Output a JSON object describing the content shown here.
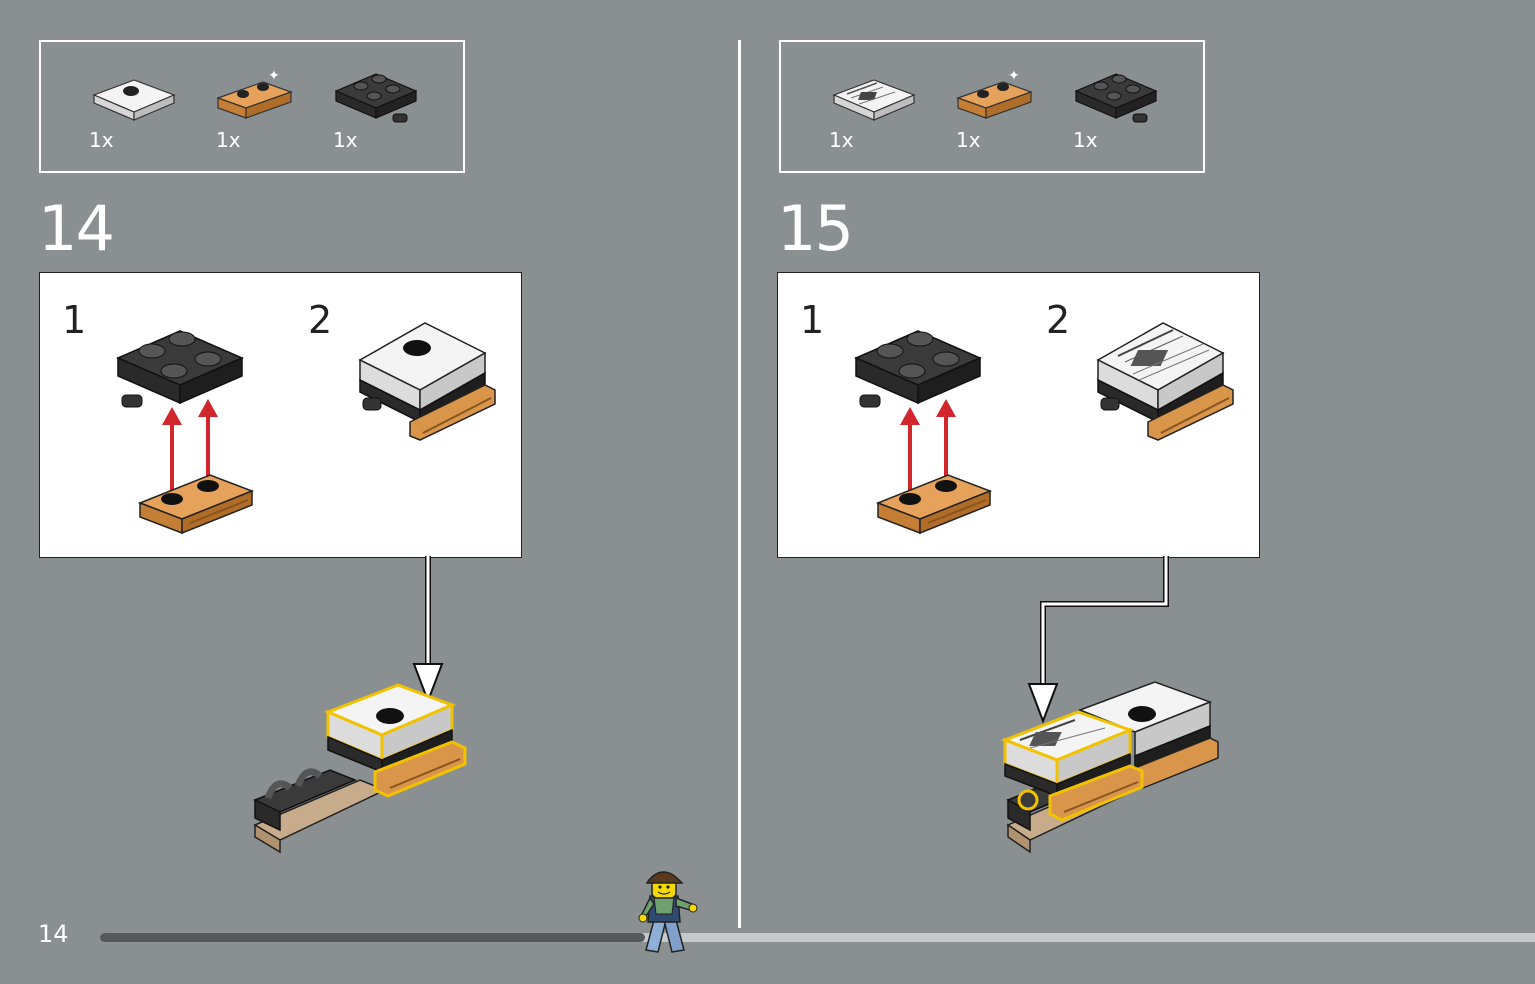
{
  "page": {
    "number": "14"
  },
  "steps": [
    {
      "number": "14",
      "parts": [
        {
          "icon": "white-tile-with-stud",
          "qty": "1x"
        },
        {
          "icon": "tan-plate-with-rail",
          "qty": "1x"
        },
        {
          "icon": "dark-gray-plate-with-pin",
          "qty": "1x"
        }
      ],
      "substeps": [
        "1",
        "2"
      ]
    },
    {
      "number": "15",
      "parts": [
        {
          "icon": "newspaper-tile",
          "qty": "1x"
        },
        {
          "icon": "tan-plate-with-rail",
          "qty": "1x"
        },
        {
          "icon": "dark-gray-plate-with-pin",
          "qty": "1x"
        }
      ],
      "substeps": [
        "1",
        "2"
      ]
    }
  ],
  "progress": {
    "fraction": 0.38
  },
  "colors": {
    "background": "#8a9092",
    "dark_brick": "#2b2b2b",
    "tan_brick": "#d9954a",
    "highlight": "#f2c200",
    "arrow_red": "#d0262c"
  }
}
